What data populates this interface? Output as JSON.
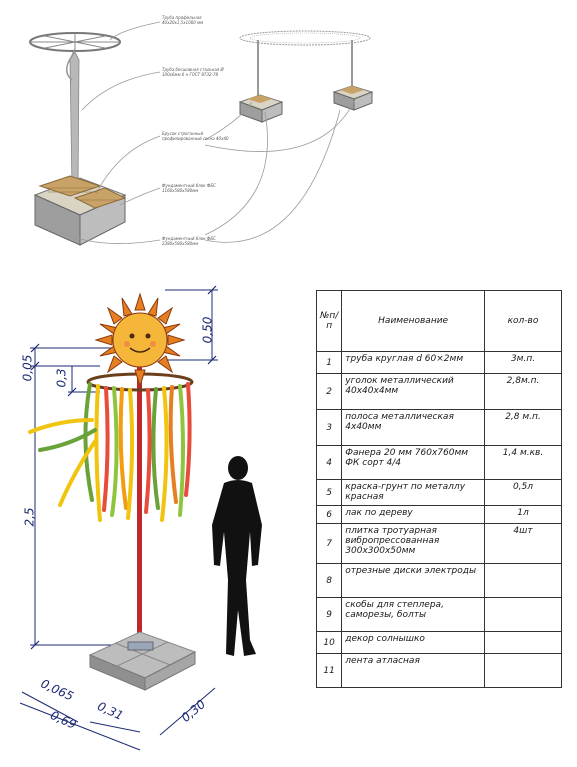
{
  "top_drawing": {
    "callouts": [
      "Труба профильная 40х20х1,5х1000 мм",
      "Труба бесшовная стальная Ø 100х6мм б н ГОСТ 8732-78",
      "Брусок строганный профилированный сосна 40х40",
      "Фундаментный блок ФБС 1160х580х580мм",
      "Фундаментный блок ФБС 2380х580х580мм"
    ]
  },
  "elevation": {
    "dims": {
      "d1": "0,50",
      "d2": "0,05",
      "d3": "0,3",
      "d4": "2,5",
      "d5": "0,065",
      "d6": "0,31",
      "d7": "0,30",
      "d8": "0,69"
    }
  },
  "spec_table": {
    "headers": {
      "num": "№п/п",
      "name": "Наименование",
      "qty": "кол-во"
    },
    "rows": [
      {
        "n": "1",
        "name": "труба круглая d 60×2мм",
        "qty": "3м.п."
      },
      {
        "n": "2",
        "name": "уголок металлический 40х40х4мм",
        "qty": "2,8м.п."
      },
      {
        "n": "3",
        "name": "полоса металлическая 4х40мм",
        "qty": "2,8 м.п."
      },
      {
        "n": "4",
        "name": "Фанера 20 мм 760х760мм ФК сорт 4/4",
        "qty": "1,4 м.кв."
      },
      {
        "n": "5",
        "name": "краска-грунт по металлу красная",
        "qty": "0,5л"
      },
      {
        "n": "6",
        "name": "лак по дереву",
        "qty": "1л"
      },
      {
        "n": "7",
        "name": "плитка тротуарная вибропрессованная 300х300х50мм",
        "qty": "4шт"
      },
      {
        "n": "8",
        "name": "отрезные диски электроды",
        "qty": ""
      },
      {
        "n": "9",
        "name": "скобы для степлера, саморезы, болты",
        "qty": ""
      },
      {
        "n": "10",
        "name": "декор солнышко",
        "qty": ""
      },
      {
        "n": "11",
        "name": "лента атласная",
        "qty": ""
      }
    ]
  },
  "colors": {
    "dim_blue": "#1c2a74",
    "pole_red": "#c0262a",
    "sun_orange": "#e67e22"
  }
}
